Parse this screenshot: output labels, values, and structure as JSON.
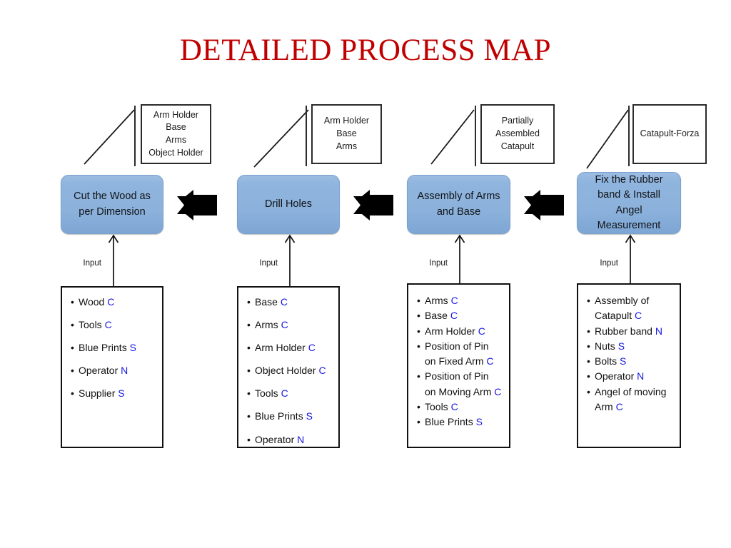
{
  "title": "DETAILED PROCESS MAP",
  "theme": {
    "title_color": "#C00000",
    "process_fill": "#8CB2DC",
    "suffix_color": "#1818E0",
    "line_color": "#1A1A1A"
  },
  "input_label": "Input",
  "stages": [
    {
      "id": "cut-the-wood",
      "output_lines": [
        "Arm Holder",
        "Base",
        "Arms",
        "Object Holder"
      ],
      "process": [
        "Cut the Wood",
        "as per",
        "Dimension"
      ],
      "inputs": [
        {
          "text": "Wood",
          "suffix": "C"
        },
        {
          "text": "Tools",
          "suffix": "C"
        },
        {
          "text": "Blue Prints",
          "suffix": "S"
        },
        {
          "text": "Operator",
          "suffix": "N"
        },
        {
          "text": "Supplier",
          "suffix": "S"
        }
      ]
    },
    {
      "id": "drill-holes",
      "output_lines": [
        "Arm Holder",
        "Base",
        "Arms"
      ],
      "process": [
        "Drill Holes"
      ],
      "inputs": [
        {
          "text": "Base",
          "suffix": "C"
        },
        {
          "text": "Arms",
          "suffix": "C"
        },
        {
          "text": "Arm Holder",
          "suffix": "C"
        },
        {
          "text": "Object Holder",
          "suffix": "C"
        },
        {
          "text": "Tools",
          "suffix": "C"
        },
        {
          "text": "Blue Prints",
          "suffix": "S"
        },
        {
          "text": "Operator",
          "suffix": "N"
        }
      ]
    },
    {
      "id": "assembly-of-arms-and-base",
      "output_lines": [
        "Partially",
        "Assembled",
        "Catapult"
      ],
      "process": [
        "Assembly of",
        "Arms and Base"
      ],
      "inputs": [
        {
          "text": "Arms",
          "suffix": "C"
        },
        {
          "text": "Base",
          "suffix": "C"
        },
        {
          "text": "Arm Holder",
          "suffix": "C"
        },
        {
          "text": "Position of Pin on Fixed Arm",
          "suffix": "C"
        },
        {
          "text": "Position of Pin on Moving Arm",
          "suffix": "C"
        },
        {
          "text": "Tools",
          "suffix": "C"
        },
        {
          "text": "Blue Prints",
          "suffix": "S"
        }
      ]
    },
    {
      "id": "fix-rubber-band",
      "output_lines": [
        "Catapult-Forza"
      ],
      "process": [
        "Fix the Rubber",
        "band & Install",
        "Angel",
        "Measurement"
      ],
      "inputs": [
        {
          "text": "Assembly of Catapult",
          "suffix": "C"
        },
        {
          "text": "Rubber band",
          "suffix": "N"
        },
        {
          "text": "Nuts",
          "suffix": "S"
        },
        {
          "text": "Bolts",
          "suffix": "S"
        },
        {
          "text": "Operator",
          "suffix": "N"
        },
        {
          "text": "Angel of moving Arm",
          "suffix": "C"
        }
      ]
    }
  ],
  "flow_arrows": [
    "arrow-1-2",
    "arrow-2-3",
    "arrow-3-4"
  ]
}
